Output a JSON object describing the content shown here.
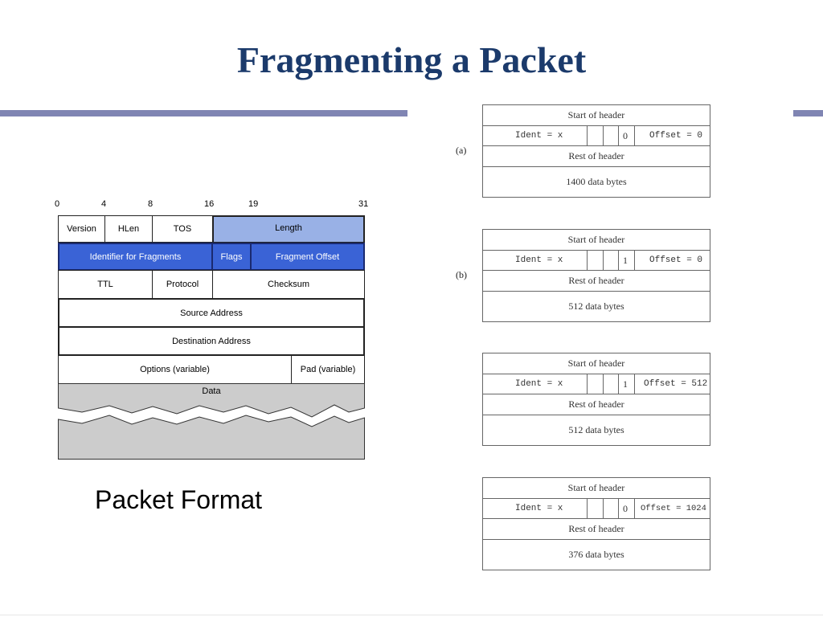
{
  "title": "Fragmenting a Packet",
  "packet_format": {
    "bit_labels": [
      "0",
      "4",
      "8",
      "16",
      "19",
      "31"
    ],
    "row1": {
      "version": "Version",
      "hlen": "HLen",
      "tos": "TOS",
      "length": "Length"
    },
    "row2": {
      "identifier": "Identifier for Fragments",
      "flags": "Flags",
      "fragment_offset": "Fragment Offset"
    },
    "row3": {
      "ttl": "TTL",
      "protocol": "Protocol",
      "checksum": "Checksum"
    },
    "source": "Source Address",
    "destination": "Destination Address",
    "options": "Options (variable)",
    "pad": "Pad (variable)",
    "data": "Data",
    "caption": "Packet Format"
  },
  "fragments": [
    {
      "label": "(a)",
      "start": "Start of header",
      "ident": "Ident = x",
      "flag": "0",
      "offset": "Offset = 0",
      "rest": "Rest of header",
      "data": "1400 data bytes"
    },
    {
      "label": "(b)",
      "start": "Start of header",
      "ident": "Ident = x",
      "flag": "1",
      "offset": "Offset = 0",
      "rest": "Rest of header",
      "data": "512 data bytes"
    },
    {
      "label": "",
      "start": "Start of header",
      "ident": "Ident = x",
      "flag": "1",
      "offset": "Offset = 512",
      "rest": "Rest of header",
      "data": "512 data bytes"
    },
    {
      "label": "",
      "start": "Start of header",
      "ident": "Ident = x",
      "flag": "0",
      "offset": "Offset = 1024",
      "rest": "Rest of header",
      "data": "376 data bytes"
    }
  ],
  "colors": {
    "title": "#1b3a6b",
    "accent_bar": "#8085b3",
    "length_fill": "#99b1e6",
    "row2_fill": "#3a63d6",
    "data_fill": "#cccccc"
  }
}
